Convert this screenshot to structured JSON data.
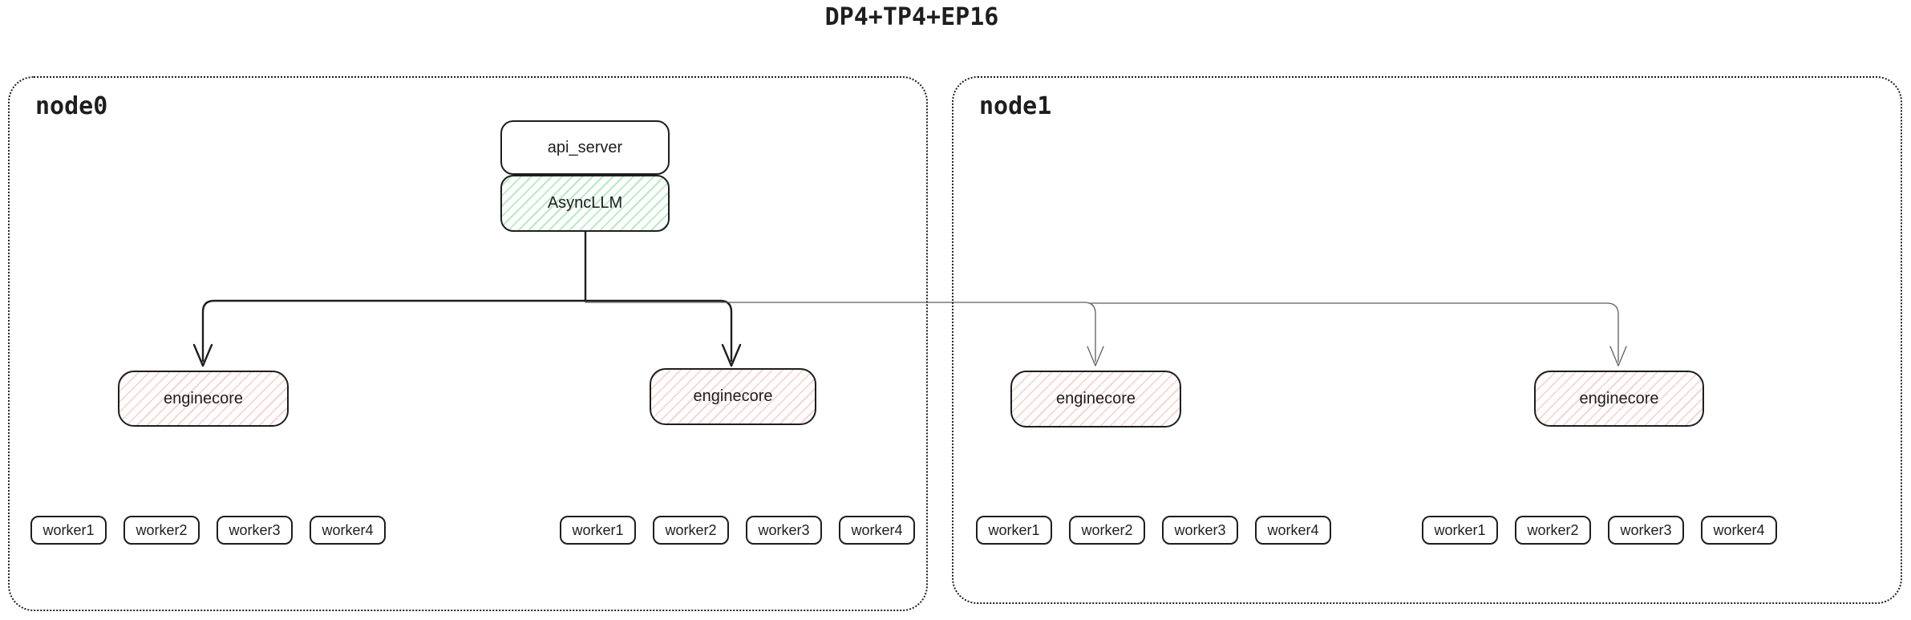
{
  "title": "DP4+TP4+EP16",
  "colors": {
    "background": "#ffffff",
    "border": "#1e1e1e",
    "green_hatch": "#b7ebc2",
    "pink_hatch": "#f6cfca",
    "line_bold": "#1e1e1e",
    "line_thin": "#5f5f5f",
    "text": "#1e1e1e"
  },
  "nodes": [
    {
      "label": "node0",
      "api_server": "api_server",
      "asyncllm": "AsyncLLM",
      "enginecores": [
        "enginecore",
        "enginecore"
      ],
      "worker_groups": [
        [
          "worker1",
          "worker2",
          "worker3",
          "worker4"
        ],
        [
          "worker1",
          "worker2",
          "worker3",
          "worker4"
        ]
      ]
    },
    {
      "label": "node1",
      "enginecores": [
        "enginecore",
        "enginecore"
      ],
      "worker_groups": [
        [
          "worker1",
          "worker2",
          "worker3",
          "worker4"
        ],
        [
          "worker1",
          "worker2",
          "worker3",
          "worker4"
        ]
      ]
    }
  ]
}
